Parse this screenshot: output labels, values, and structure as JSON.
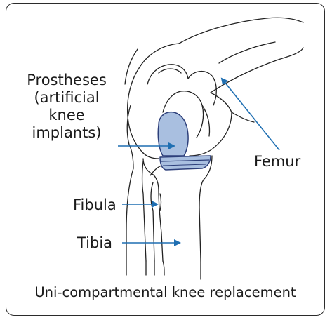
{
  "labels": {
    "prostheses": [
      "Prostheses",
      "(artificial",
      "knee",
      "implants)"
    ],
    "femur": "Femur",
    "fibula": "Fibula",
    "tibia": "Tibia"
  },
  "caption": "Uni-compartmental knee replacement",
  "colors": {
    "outline": "#222222",
    "arrow": "#1f6fb2",
    "implant": "#a9bfe0",
    "implant_stroke": "#2d3f7a"
  }
}
